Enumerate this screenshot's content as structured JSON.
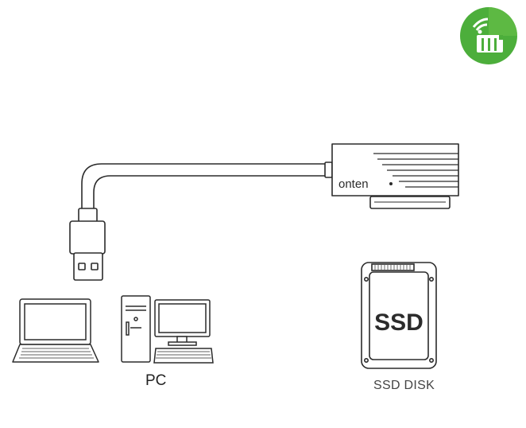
{
  "brand_text": "onten",
  "ssd_face_text": "SSD",
  "labels": {
    "pc": "PC",
    "ssd_disk": "SSD DISK"
  },
  "logo": {
    "icon": "wifi-shop-logo-icon",
    "color": "#4cae3b"
  },
  "line_color": "#2b2b2b"
}
